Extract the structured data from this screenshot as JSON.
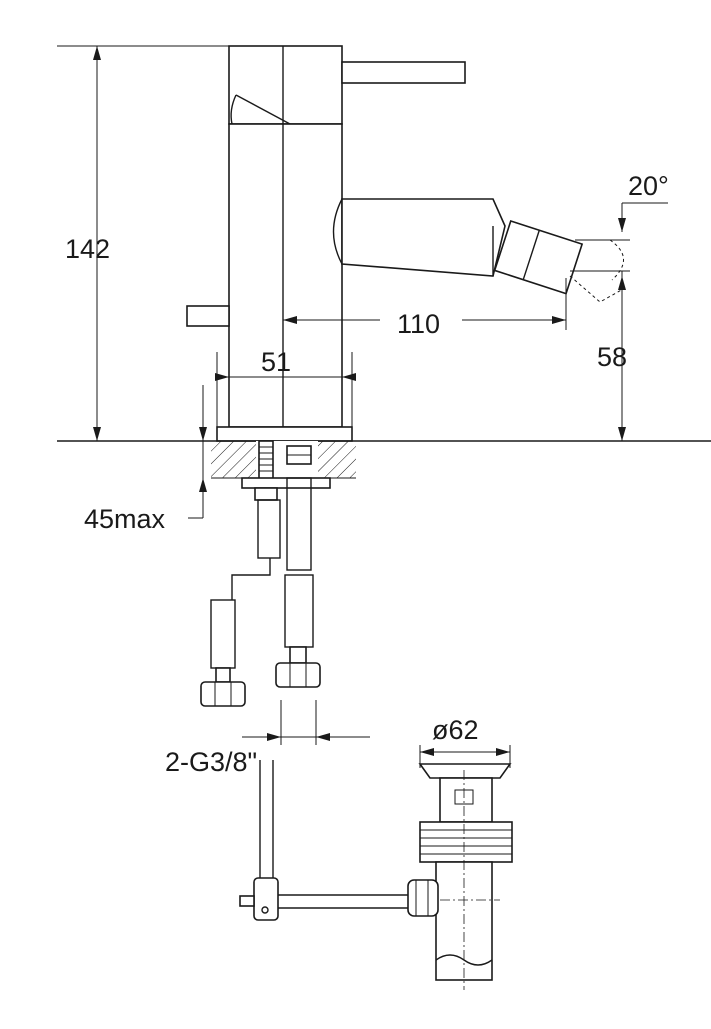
{
  "dimensions": {
    "height_total": "142",
    "spout_reach": "110",
    "body_diameter": "51",
    "spout_height": "58",
    "spout_angle": "20°",
    "max_deck_thickness": "45max",
    "hose_connection": "2-G3/8\"",
    "waste_diameter": "ø62"
  }
}
